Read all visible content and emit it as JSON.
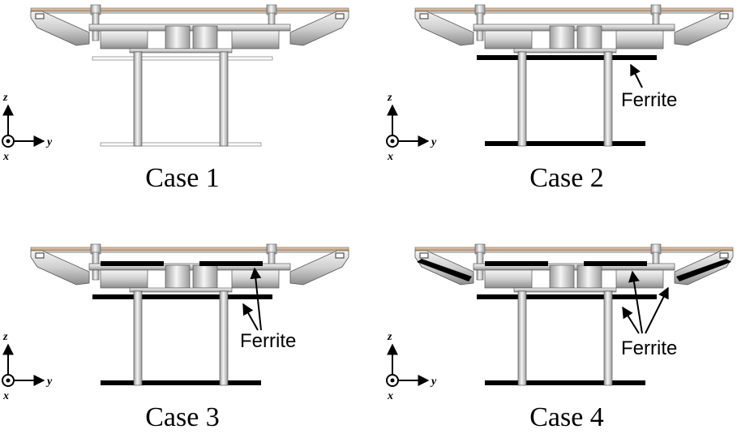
{
  "panels": [
    {
      "id": "case-1",
      "title": "Case 1",
      "bottom_ferrite": false,
      "top_ferrite": false,
      "arm_ferrite": false,
      "ferrite_label": ""
    },
    {
      "id": "case-2",
      "title": "Case 2",
      "bottom_ferrite": true,
      "top_ferrite": false,
      "arm_ferrite": false,
      "ferrite_label": "Ferrite"
    },
    {
      "id": "case-3",
      "title": "Case 3",
      "bottom_ferrite": true,
      "top_ferrite": true,
      "arm_ferrite": false,
      "ferrite_label": "Ferrite"
    },
    {
      "id": "case-4",
      "title": "Case 4",
      "bottom_ferrite": true,
      "top_ferrite": true,
      "arm_ferrite": true,
      "ferrite_label": "Ferrite"
    }
  ],
  "axes": {
    "z": "z",
    "y": "y",
    "x": "x"
  },
  "colors": {
    "plate": "#c9a582",
    "metal": "#d2d2d2",
    "metal_dark": "#7a7a7a",
    "ferrite": "#000000",
    "line": "#555555"
  }
}
